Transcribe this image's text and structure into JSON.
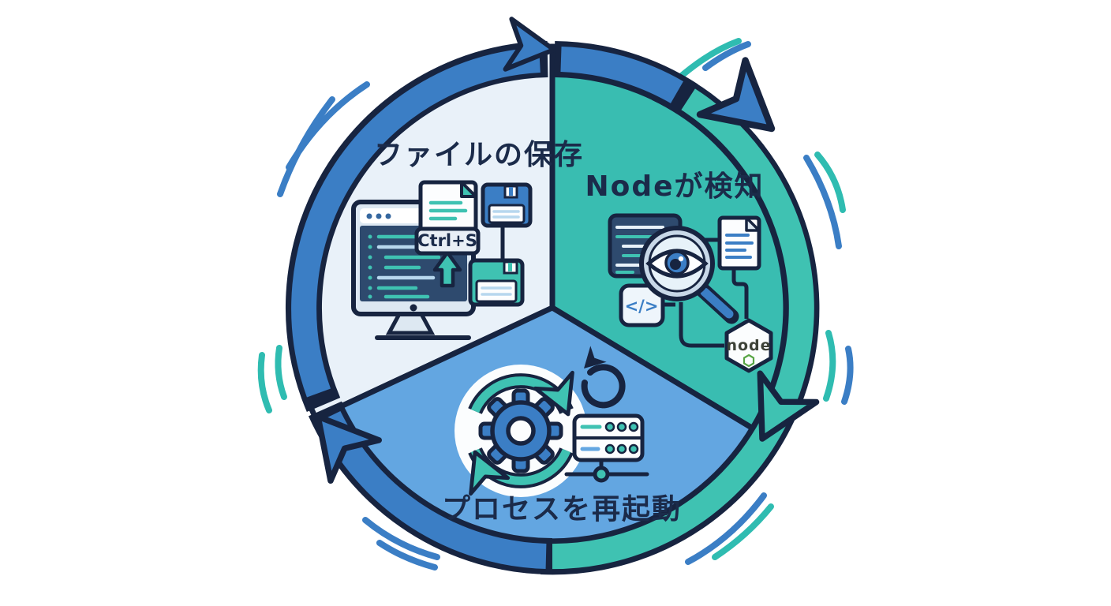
{
  "diagram": {
    "type": "cycle",
    "direction": "clockwise",
    "steps": [
      {
        "id": "file-save",
        "label": "ファイルの保存",
        "wedge_color": "#e9f1f9",
        "icon": "monitor-save-icon",
        "badge": "Ctrl+S"
      },
      {
        "id": "node-detect",
        "label": "Nodeが検知",
        "wedge_color": "#39bdb1",
        "icon": "watch-magnifier-icon",
        "code_glyph": "</>",
        "node_label": "node"
      },
      {
        "id": "process-restart",
        "label": "プロセスを再起動",
        "wedge_color": "#63a6e1",
        "icon": "restart-gear-server-icon"
      }
    ],
    "colors": {
      "outline_navy": "#172440",
      "arrow_blue": "#3b7ec5",
      "arrow_teal": "#3fc2b2",
      "light_wedge": "#e9f1f9",
      "teal_wedge": "#39bdb1",
      "blue_wedge": "#63a6e1",
      "background": "#ffffff"
    }
  }
}
